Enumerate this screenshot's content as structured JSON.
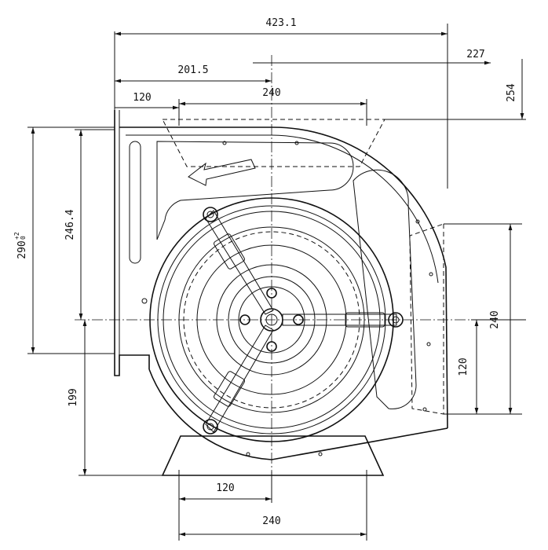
{
  "drawing": {
    "dimensions": {
      "overall_width": "423.1",
      "inlet_offset": "201.5",
      "outlet_right": "227",
      "top_opening_width": "240",
      "top_half": "120",
      "top_height": "254",
      "side_height": "290",
      "side_tol_upper": "+2",
      "side_tol_lower": "0",
      "center_height": "246.4",
      "outlet_height": "240",
      "outlet_half": "120",
      "base_height": "199",
      "base_half": "120",
      "base_width": "240"
    }
  }
}
